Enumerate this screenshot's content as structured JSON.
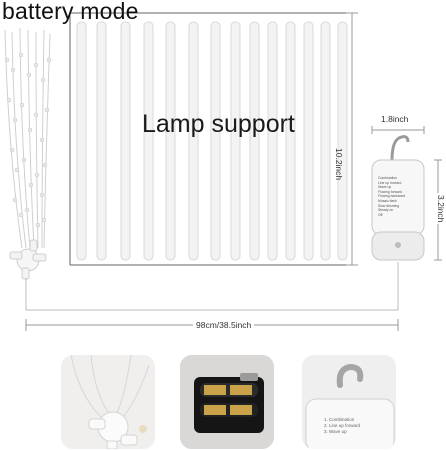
{
  "header": {
    "title": "battery mode"
  },
  "diagram": {
    "lamp_label": "Lamp support",
    "height_label": "10.2inch",
    "width_label": "98cm/38.5inch",
    "box_width_label": "1.8inch",
    "box_height_label": "3.2inch",
    "battery_box_lines": [
      "Combination",
      "Line up forward",
      "Wave up",
      "Flowing forward",
      "Flowing backward",
      "Mosaic flash",
      "Slow dimming",
      "Steady on",
      "Off"
    ]
  },
  "thumbnails": [
    {
      "name": "connector-closeup"
    },
    {
      "name": "battery-holder-closeup"
    },
    {
      "name": "battery-box-closeup",
      "lines": [
        "1. Combination",
        "2. Line up forward",
        "3. Wave up"
      ]
    }
  ]
}
